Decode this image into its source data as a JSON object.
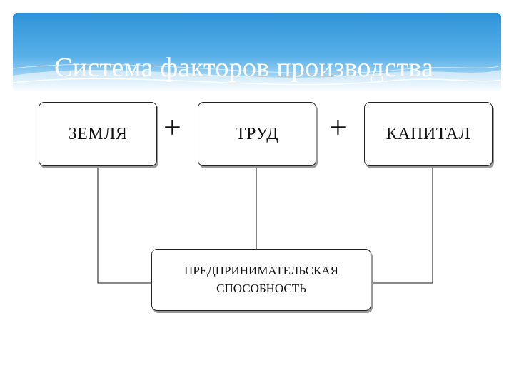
{
  "slide": {
    "title": "Система факторов производства"
  },
  "diagram": {
    "factors": [
      {
        "label": "ЗЕМЛЯ"
      },
      {
        "label": "ТРУД"
      },
      {
        "label": "КАПИТАЛ"
      }
    ],
    "operator": "+",
    "result": {
      "line1": "ПРЕДПРИНИМАТЕЛЬСКАЯ",
      "line2": "СПОСОБНОСТЬ"
    }
  }
}
